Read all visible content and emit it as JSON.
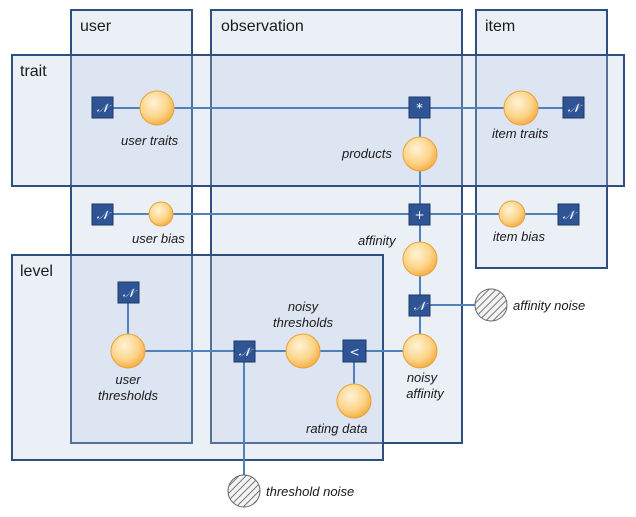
{
  "plates": {
    "user": "user",
    "observation": "observation",
    "item": "item",
    "trait": "trait",
    "level": "level"
  },
  "factors": {
    "user_traits_prior": "𝒩",
    "item_traits_prior": "𝒩",
    "product": "*",
    "user_bias_prior": "𝒩",
    "sum": "+",
    "item_bias_prior": "𝒩",
    "affinity_noise": "𝒩",
    "user_thresholds_prior": "𝒩",
    "threshold_noise": "𝒩",
    "compare": "<"
  },
  "variables": {
    "user_traits": "user traits",
    "item_traits": "item traits",
    "products": "products",
    "user_bias": "user bias",
    "item_bias": "item bias",
    "affinity": "affinity",
    "affinity_noise": "affinity noise",
    "user_thresholds_1": "user",
    "user_thresholds_2": "thresholds",
    "noisy_thresholds_1": "noisy",
    "noisy_thresholds_2": "thresholds",
    "noisy_affinity_1": "noisy",
    "noisy_affinity_2": "affinity",
    "rating_data": "rating data",
    "threshold_noise": "threshold noise"
  },
  "colors": {
    "plate_border": "#2f4f7f",
    "plate_fill": "#dce4f2",
    "edge": "#4f81bd",
    "factor": "#2f5496",
    "variable_light": "#ffe9b8",
    "variable_dark": "#f8b547"
  }
}
